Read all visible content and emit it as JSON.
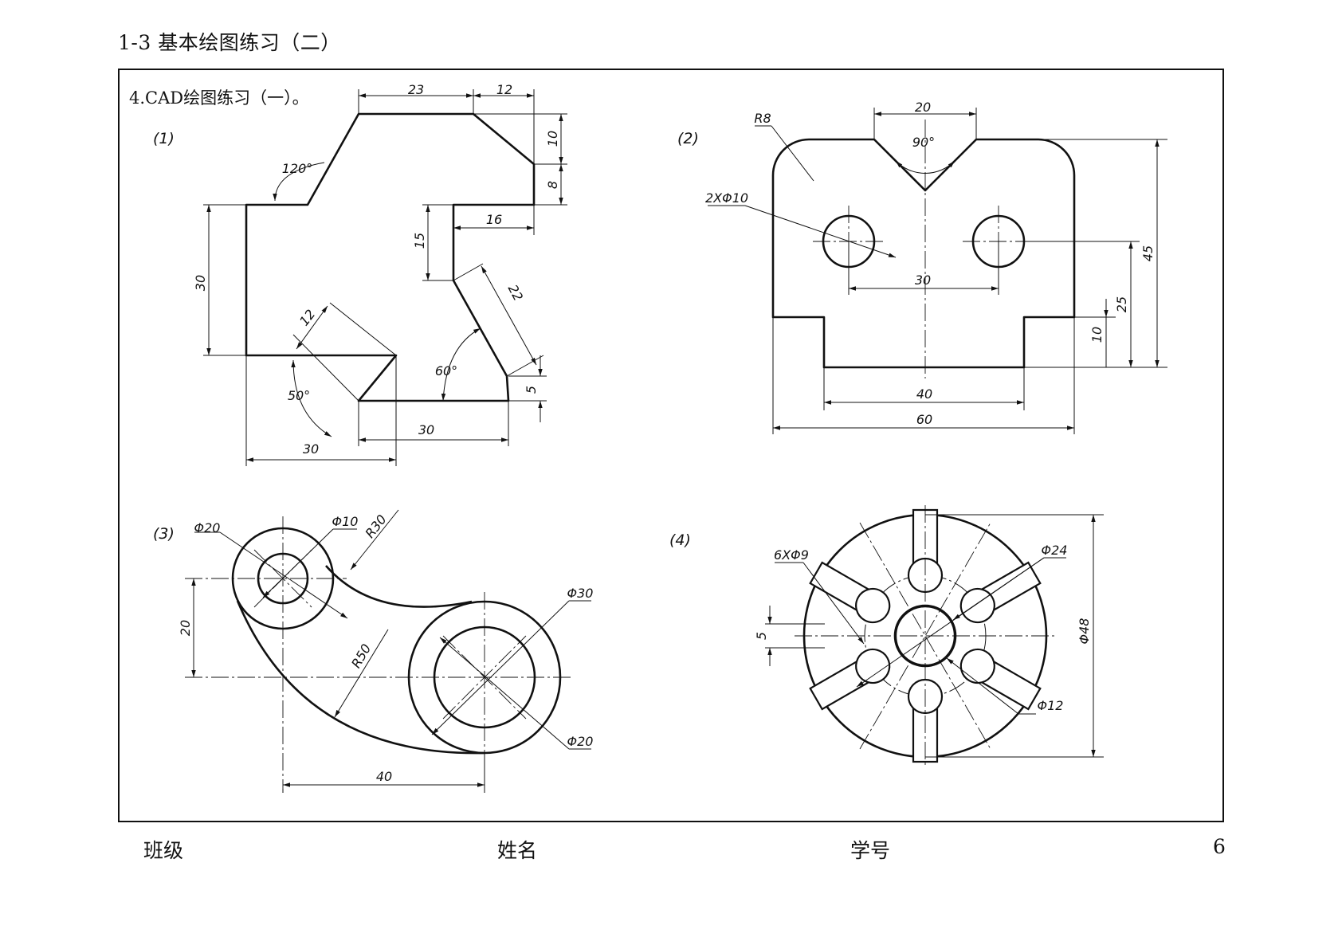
{
  "header": {
    "title": "1-3  基本绘图练习（二）"
  },
  "task": {
    "title": "4.CAD绘图练习（一）。"
  },
  "figures": [
    {
      "id": "1",
      "label": "(1)",
      "dims": [
        "23",
        "12",
        "10",
        "8",
        "120°",
        "30",
        "16",
        "15",
        "22",
        "12",
        "60°",
        "50°",
        "5",
        "30",
        "30"
      ]
    },
    {
      "id": "2",
      "label": "(2)",
      "dims": [
        "20",
        "R8",
        "90°",
        "2XΦ10",
        "30",
        "45",
        "25",
        "10",
        "40",
        "60"
      ]
    },
    {
      "id": "3",
      "label": "(3)",
      "dims": [
        "Φ20",
        "Φ10",
        "R30",
        "20",
        "R50",
        "Φ30",
        "Φ20",
        "40"
      ]
    },
    {
      "id": "4",
      "label": "(4)",
      "dims": [
        "6XΦ9",
        "Φ24",
        "5",
        "Φ48",
        "Φ12"
      ]
    }
  ],
  "footer": {
    "class_label": "班级",
    "name_label": "姓名",
    "id_label": "学号",
    "page_number": "6"
  }
}
